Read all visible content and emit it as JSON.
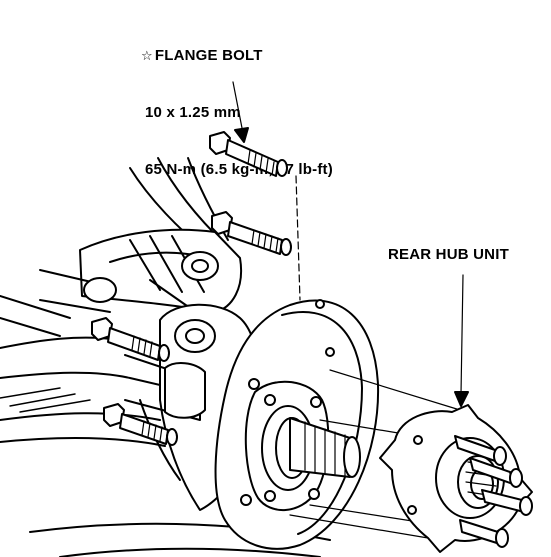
{
  "flange_bolt": {
    "icon": "star-outline-icon",
    "title": "FLANGE BOLT",
    "size": "10 x 1.25 mm",
    "torque": "65 N-m (6.5 kg-m, 47 lb-ft)"
  },
  "rear_hub_unit": {
    "label": "REAR HUB UNIT"
  }
}
